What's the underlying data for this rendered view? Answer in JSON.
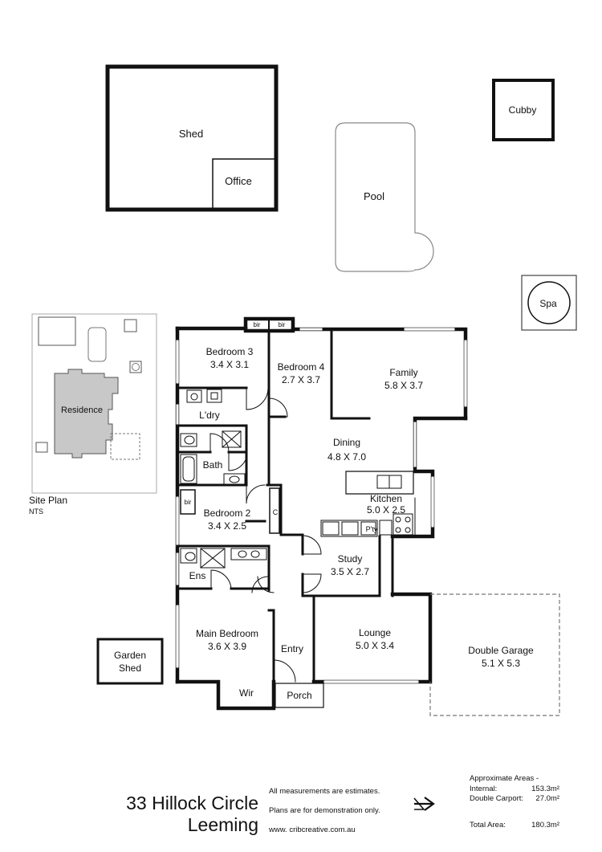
{
  "site_plan": {
    "title": "Site Plan",
    "scale": "NTS",
    "residence_label": "Residence"
  },
  "outbuildings": {
    "shed": "Shed",
    "office": "Office",
    "pool": "Pool",
    "cubby": "Cubby",
    "spa": "Spa",
    "garden_shed_line1": "Garden",
    "garden_shed_line2": "Shed"
  },
  "rooms": {
    "bedroom3": {
      "name": "Bedroom 3",
      "size": "3.4 X 3.1"
    },
    "bedroom4": {
      "name": "Bedroom 4",
      "size": "2.7 X 3.7"
    },
    "family": {
      "name": "Family",
      "size": "5.8 X 3.7"
    },
    "dining": {
      "name": "Dining",
      "size": "4.8 X 7.0"
    },
    "kitchen": {
      "name": "Kitchen",
      "size": "5.0 X 2.5"
    },
    "bedroom2": {
      "name": "Bedroom 2",
      "size": "3.4 X 2.5"
    },
    "study": {
      "name": "Study",
      "size": "3.5 X 2.7"
    },
    "main_bedroom": {
      "name": "Main Bedroom",
      "size": "3.6 X 3.9"
    },
    "lounge": {
      "name": "Lounge",
      "size": "5.0 X 3.4"
    },
    "garage": {
      "name": "Double Garage",
      "size": "5.1 X 5.3"
    }
  },
  "small_labels": {
    "bir": "bir",
    "laundry": "L'dry",
    "bath": "Bath",
    "ensuite": "Ens",
    "pantry": "P'ty",
    "cupboard": "C",
    "wir": "Wir",
    "entry": "Entry",
    "porch": "Porch"
  },
  "address": {
    "line1": "33 Hillock Circle",
    "line2": "Leeming"
  },
  "notes": [
    "All measurements are estimates.",
    "Plans are for demonstration only.",
    "www. cribcreative.com.au"
  ],
  "areas": {
    "heading": "Approximate Areas -",
    "internal_label": "Internal:",
    "internal_value": "153.3m²",
    "carport_label": "Double Carport:",
    "carport_value": "27.0m²",
    "total_label": "Total Area:",
    "total_value": "180.3m²"
  }
}
